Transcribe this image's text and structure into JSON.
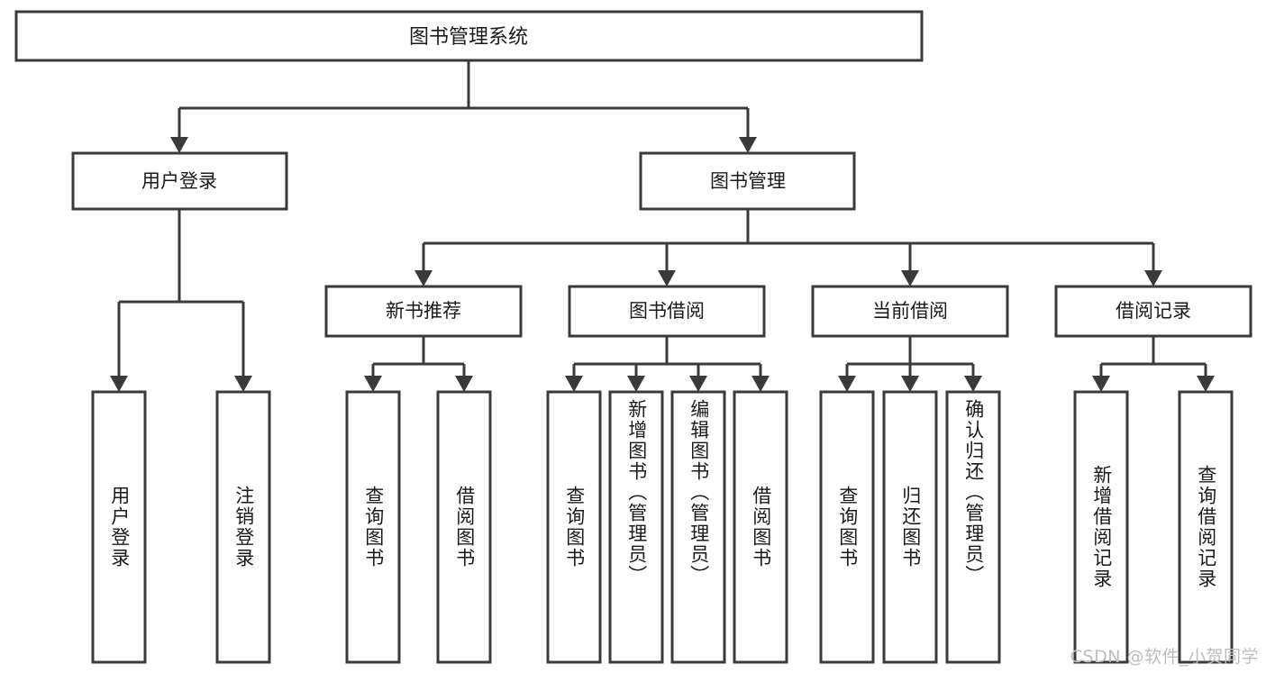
{
  "diagram": {
    "type": "hierarchy-tree",
    "title": "图书管理系统",
    "orientation": "top-down",
    "colors": {
      "box_stroke": "#3a3a3a",
      "box_fill": "#ffffff",
      "edge": "#3a3a3a",
      "text": "#1a1a1a",
      "watermark": "#bdbdbd",
      "background": "#ffffff"
    },
    "levels": {
      "root": "图书管理系统",
      "level2": [
        "用户登录",
        "图书管理"
      ],
      "level3": [
        "新书推荐",
        "图书借阅",
        "当前借阅",
        "借阅记录"
      ]
    },
    "nodes": {
      "root": {
        "label": "图书管理系统"
      },
      "user_login": {
        "label": "用户登录"
      },
      "book_manage": {
        "label": "图书管理"
      },
      "new_book_rec": {
        "label": "新书推荐"
      },
      "book_borrow": {
        "label": "图书借阅"
      },
      "current_borrow": {
        "label": "当前借阅"
      },
      "borrow_record": {
        "label": "借阅记录"
      }
    },
    "leaves": {
      "user_login": [
        "用户登录",
        "注销登录"
      ],
      "new_book_rec": [
        "查询图书",
        "借阅图书"
      ],
      "book_borrow": [
        "查询图书",
        "新增图书（管理员）",
        "编辑图书（管理员）",
        "借阅图书"
      ],
      "current_borrow": [
        "查询图书",
        "归还图书",
        "确认归还（管理员）"
      ],
      "borrow_record": [
        "新增借阅记录",
        "查询借阅记录"
      ]
    },
    "watermark": "CSDN @软件_小贺同学"
  }
}
